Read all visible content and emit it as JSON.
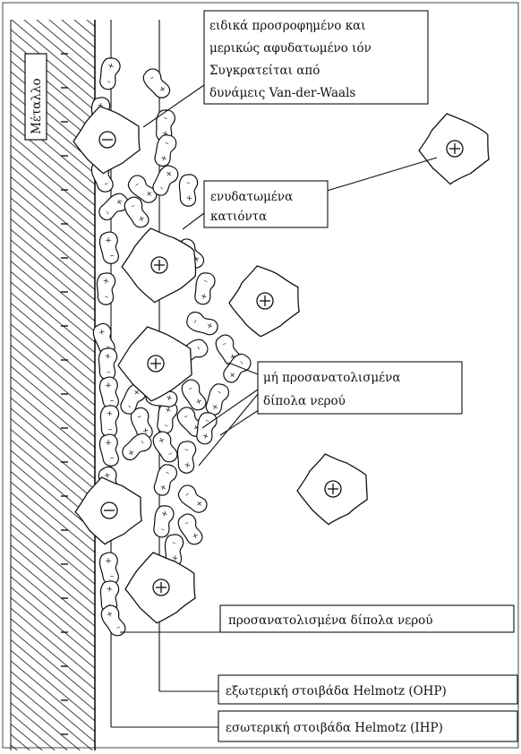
{
  "metal_label": "Μέταλλο",
  "labels": {
    "adsorbed_ion": [
      "ειδικά προσροφημένο και",
      "μερικώς αφυδατωμένο ιόν",
      "Συγκρατείται από",
      "δυνάμεις Van-der-Waals"
    ],
    "hydrated_cations": [
      "ενυδατωμένα",
      "κατιόντα"
    ],
    "unoriented_dipoles": [
      "μή προσανατολισμένα",
      "δίπολα νερού"
    ],
    "oriented_dipoles": "προσανατολισμένα δίπολα νερού",
    "ohp": "εξωτερική στοιβάδα Helmotz (OHP)",
    "ihp": "εσωτερική στοιβάδα Helmotz (IHP)"
  },
  "ion_signs": {
    "anion": "⊖",
    "cation": "⊕"
  },
  "colors": {
    "ink": "#111111",
    "paper": "#ffffff",
    "frame": "#555555"
  }
}
